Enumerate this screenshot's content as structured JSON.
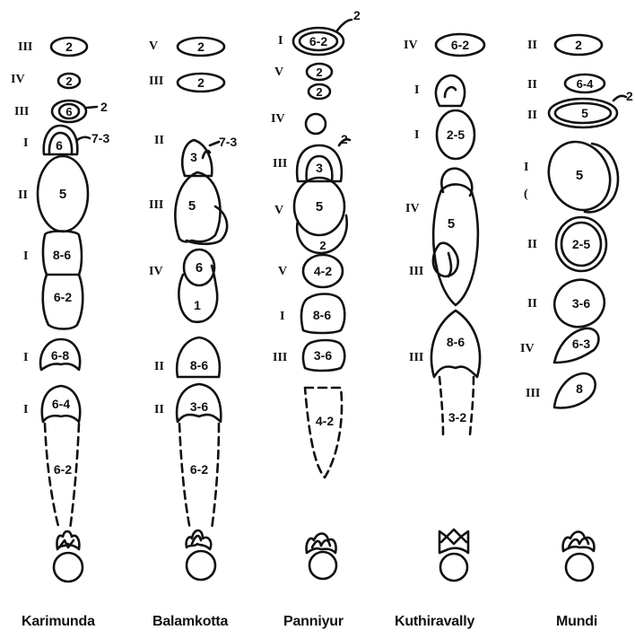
{
  "columns": [
    {
      "name": "Karimunda",
      "items": [
        {
          "roman": "III",
          "label": "2"
        },
        {
          "roman": "IV",
          "label": "2"
        },
        {
          "roman": "III",
          "label": "6",
          "tag": "2"
        },
        {
          "roman": "I",
          "label": "6",
          "tag": "7-3"
        },
        {
          "roman": "II",
          "label": "5"
        },
        {
          "roman": "I",
          "label": "8-6"
        },
        {
          "roman": "",
          "label": "6-2"
        },
        {
          "roman": "I",
          "label": "6-8"
        },
        {
          "roman": "I",
          "label": "6-4"
        },
        {
          "roman": "",
          "label": "6-2"
        }
      ]
    },
    {
      "name": "Balamkotta",
      "items": [
        {
          "roman": "V",
          "label": "2"
        },
        {
          "roman": "III",
          "label": "2"
        },
        {
          "roman": "II",
          "label": "3",
          "tag": "7-3"
        },
        {
          "roman": "III",
          "label": "5"
        },
        {
          "roman": "IV",
          "label": "6"
        },
        {
          "roman": "",
          "label": "1"
        },
        {
          "roman": "II",
          "label": "8-6"
        },
        {
          "roman": "II",
          "label": "3-6"
        },
        {
          "roman": "",
          "label": "6-2"
        }
      ]
    },
    {
      "name": "Panniyur",
      "items": [
        {
          "roman": "I",
          "label": "6-2",
          "tag": "2"
        },
        {
          "roman": "V",
          "label": "2"
        },
        {
          "roman": "",
          "label": "2"
        },
        {
          "roman": "IV",
          "label": ""
        },
        {
          "roman": "III",
          "label": "3",
          "tag": "2"
        },
        {
          "roman": "V",
          "label": "5"
        },
        {
          "roman": "",
          "label": "2"
        },
        {
          "roman": "V",
          "label": "4-2"
        },
        {
          "roman": "I",
          "label": "8-6"
        },
        {
          "roman": "III",
          "label": "3-6"
        },
        {
          "roman": "",
          "label": "4-2"
        }
      ]
    },
    {
      "name": "Kuthiravally",
      "items": [
        {
          "roman": "IV",
          "label": "6-2"
        },
        {
          "roman": "I",
          "label": ""
        },
        {
          "roman": "I",
          "label": "2-5"
        },
        {
          "roman": "IV",
          "label": "5"
        },
        {
          "roman": "III",
          "label": ""
        },
        {
          "roman": "III",
          "label": "8-6"
        },
        {
          "roman": "",
          "label": "3-2"
        }
      ]
    },
    {
      "name": "Mundi",
      "items": [
        {
          "roman": "II",
          "label": "2"
        },
        {
          "roman": "II",
          "label": "6-4"
        },
        {
          "roman": "II",
          "label": "5",
          "tag": "2"
        },
        {
          "roman": "I",
          "label": "5"
        },
        {
          "roman": "II",
          "label": "2-5"
        },
        {
          "roman": "II",
          "label": "3-6"
        },
        {
          "roman": "IV",
          "label": "6-3"
        },
        {
          "roman": "III",
          "label": "8"
        }
      ]
    }
  ]
}
